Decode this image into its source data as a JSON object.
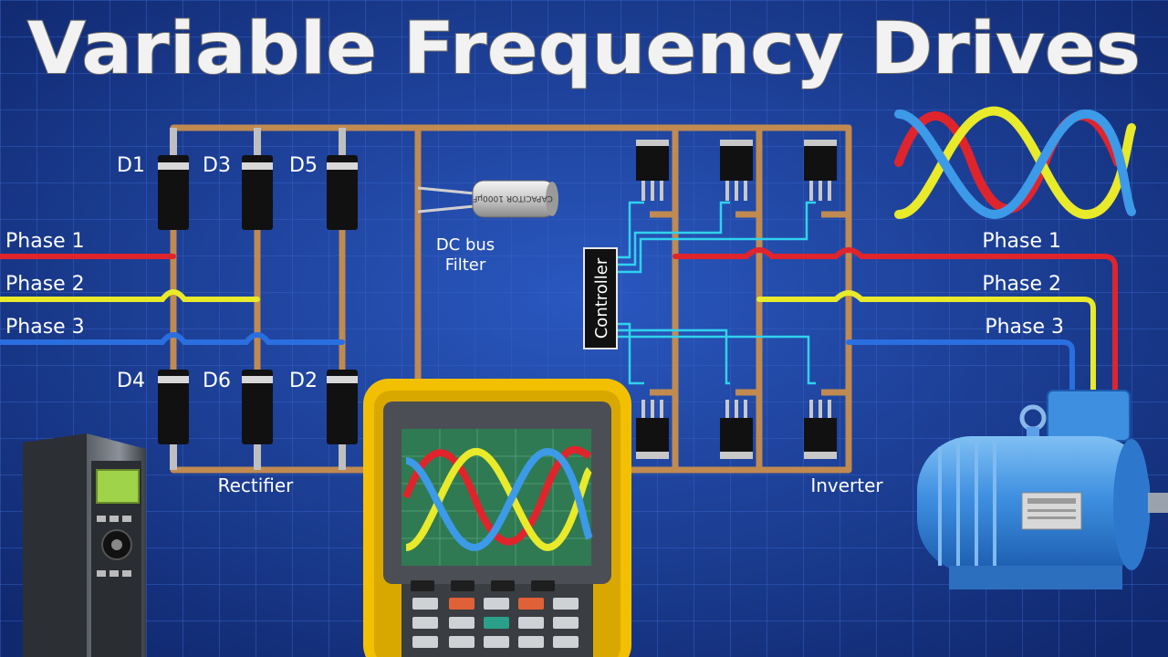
{
  "title": "Variable Frequency Drives",
  "input_phases": [
    "Phase 1",
    "Phase 2",
    "Phase 3"
  ],
  "output_phases": [
    "Phase 1",
    "Phase 2",
    "Phase 3"
  ],
  "diodes_top": [
    "D1",
    "D3",
    "D5"
  ],
  "diodes_bottom": [
    "D4",
    "D6",
    "D2"
  ],
  "rectifier_label": "Rectifier",
  "dc_bus_label_line1": "DC bus",
  "dc_bus_label_line2": "Filter",
  "controller_label": "Controller",
  "inverter_label": "Inverter",
  "capacitor_text": "CAPACITOR 1000µF",
  "colors": {
    "background": "#1b3f9a",
    "grid": "#2c56b8",
    "bus": "#c08a50",
    "phase1": "#e0242c",
    "phase2": "#e8ea2a",
    "phase3": "#2a6fe0",
    "signal": "#30d2ee",
    "scope_body": "#f2c000",
    "motor": "#3e8fe0"
  },
  "icons": [
    "vfd-drive-unit-icon",
    "oscilloscope-icon",
    "electric-motor-icon",
    "sine-wave-icon",
    "capacitor-icon",
    "igbt-transistor-icon",
    "diode-icon"
  ]
}
